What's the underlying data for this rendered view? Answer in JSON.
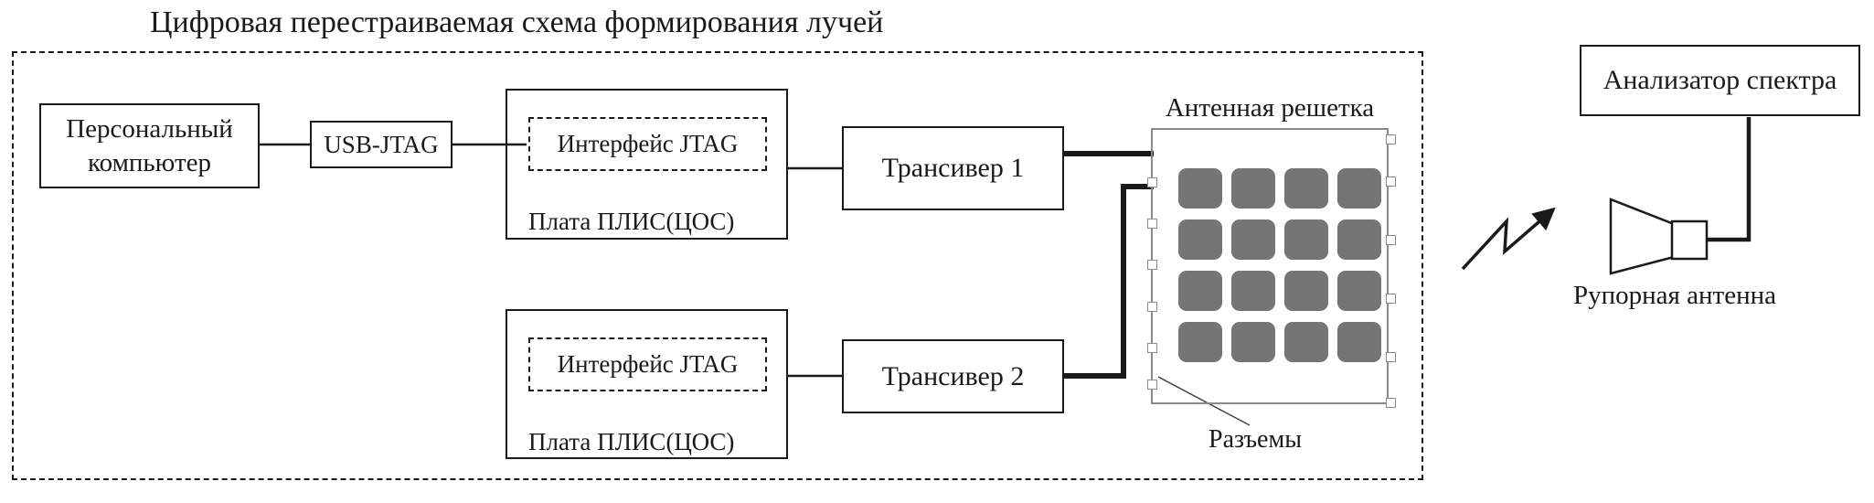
{
  "title": "Цифровая перестраиваемая схема формирования лучей",
  "colors": {
    "line": "#1a1a1a",
    "patch_fill": "#757575",
    "array_border": "#8a8a8a"
  },
  "nodes": {
    "pc": {
      "label": "Персональный компьютер"
    },
    "usb_jtag": {
      "label": "USB-JTAG"
    },
    "fpga_board_1": {
      "interface_label": "Интерфейс JTAG",
      "board_label": "Плата ПЛИС(ЦОС)"
    },
    "fpga_board_2": {
      "interface_label": "Интерфейс JTAG",
      "board_label": "Плата ПЛИС(ЦОС)"
    },
    "transceiver_1": {
      "label": "Трансивер 1"
    },
    "transceiver_2": {
      "label": "Трансивер 2"
    },
    "antenna_array": {
      "label": "Антенная решетка",
      "rows": 4,
      "cols": 4,
      "connectors_label": "Разъемы"
    },
    "spectrum_analyzer": {
      "label": "Анализатор спектра"
    },
    "horn_antenna": {
      "label": "Рупорная антенна"
    }
  }
}
